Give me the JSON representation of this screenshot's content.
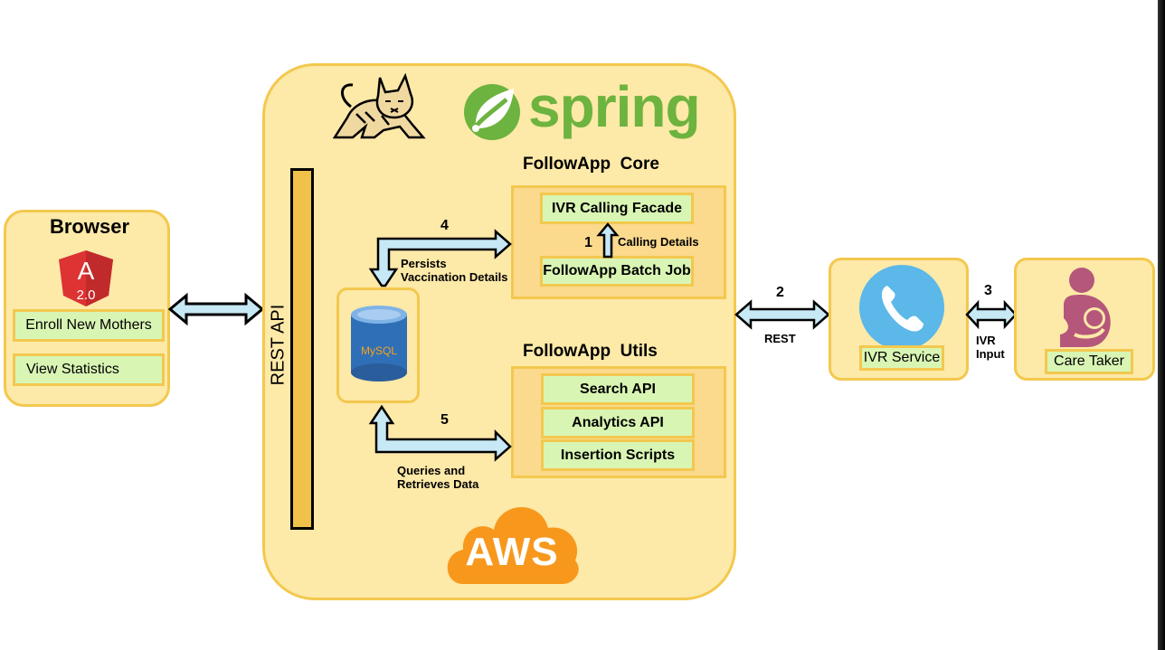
{
  "browser": {
    "title": "Browser",
    "angular_logo_text": "A",
    "angular_version": "2.0",
    "buttons": [
      "Enroll New Mothers",
      "View Statistics"
    ]
  },
  "server": {
    "rest_api_label": "REST API",
    "spring_logo_text": "spring",
    "aws_logo_text": "AWS",
    "mysql_logo_text": "MySQL",
    "core": {
      "title": "FollowApp  Core",
      "top_item": "IVR Calling Facade",
      "bottom_item": "FollowApp Batch Job",
      "step_number": "1",
      "step_label": "Calling Details"
    },
    "utils": {
      "title": "FollowApp  Utils",
      "items": [
        "Search API",
        "Analytics API",
        "Insertion Scripts"
      ]
    },
    "flow4": {
      "number": "4",
      "label_line1": "Persists",
      "label_line2": "Vaccination Details"
    },
    "flow5": {
      "number": "5",
      "label_line1": "Queries and",
      "label_line2": "Retrieves Data"
    }
  },
  "rest_link": {
    "number": "2",
    "label": "REST"
  },
  "ivr_service": {
    "label": "IVR Service"
  },
  "ivr_link": {
    "number": "3",
    "label_line1": "IVR",
    "label_line2": "Input"
  },
  "care_taker": {
    "label": "Care Taker"
  },
  "colors": {
    "panel_fill": "#fde9a8",
    "panel_border": "#f3c84e",
    "item_fill": "#d9f5b4",
    "arrow_fill": "#c7e8f5",
    "angular_red": "#dd3333",
    "spring_green": "#6db33f",
    "aws_orange": "#f7981d",
    "phone_blue": "#5bb8e8",
    "caretaker_pink": "#b5577a"
  }
}
